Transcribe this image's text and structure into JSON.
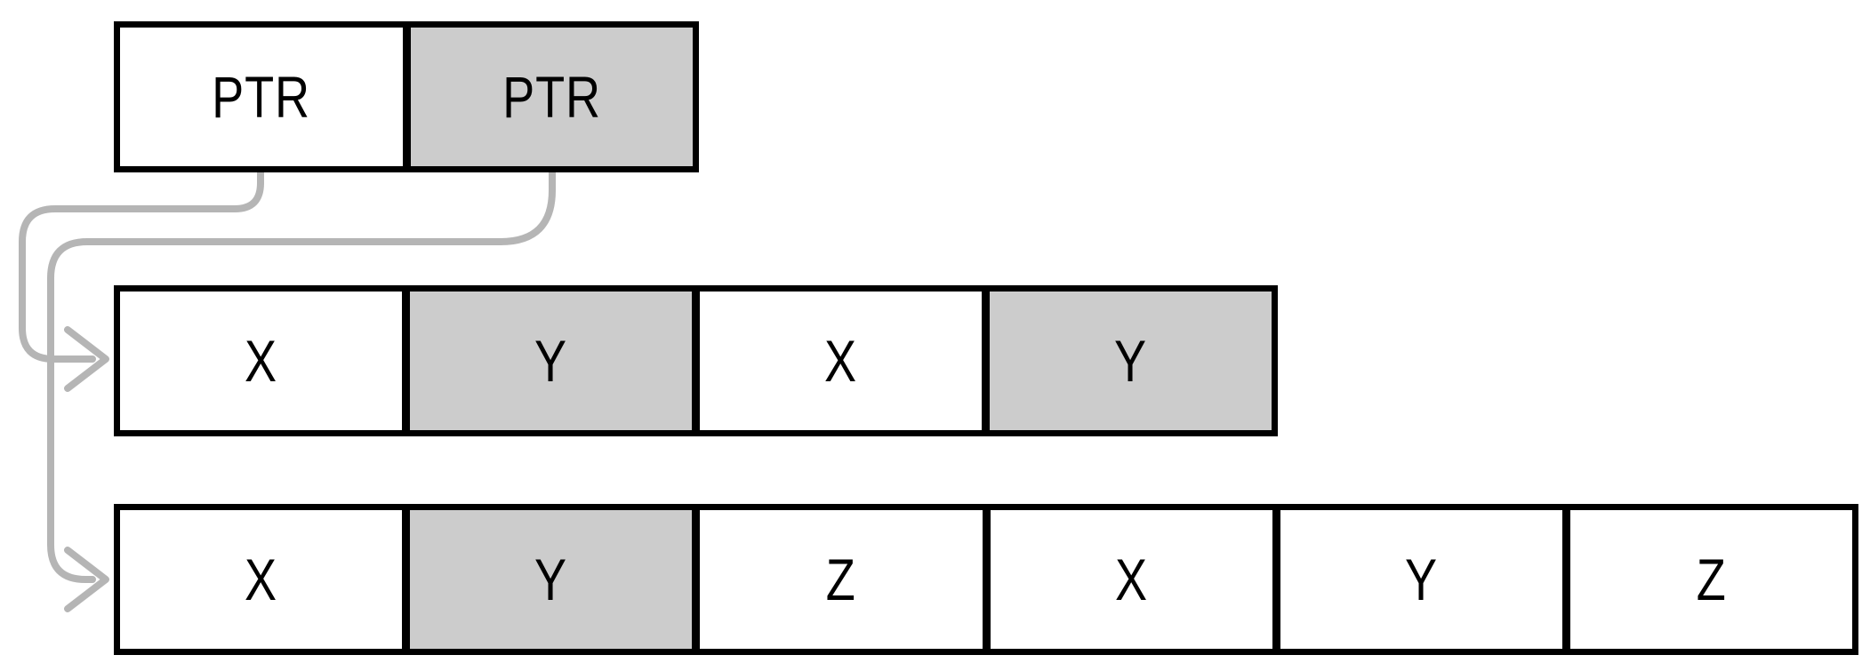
{
  "diagram": {
    "description": "Two PTR pointer cells referencing the first elements of two arrays",
    "colors": {
      "background": "#ffffff",
      "cell_fill": "#ffffff",
      "cell_fill_shaded": "#cccccc",
      "border": "#000000",
      "text": "#000000",
      "arrow": "#b5b5b5"
    },
    "rows": {
      "pointers": {
        "cells": [
          {
            "label": "PTR",
            "shaded": false
          },
          {
            "label": "PTR",
            "shaded": true
          }
        ]
      },
      "array_a": {
        "cells": [
          {
            "label": "X",
            "shaded": false
          },
          {
            "label": "Y",
            "shaded": true
          },
          {
            "label": "X",
            "shaded": false
          },
          {
            "label": "Y",
            "shaded": true
          }
        ]
      },
      "array_b": {
        "cells": [
          {
            "label": "X",
            "shaded": false
          },
          {
            "label": "Y",
            "shaded": true
          },
          {
            "label": "Z",
            "shaded": false
          },
          {
            "label": "X",
            "shaded": false
          },
          {
            "label": "Y",
            "shaded": false
          },
          {
            "label": "Z",
            "shaded": false
          }
        ]
      }
    },
    "arrows": [
      {
        "name": "arrow-ptr1-to-array-a",
        "from": "pointer-cell-1",
        "to": "array-a-cell-1"
      },
      {
        "name": "arrow-ptr2-to-array-b",
        "from": "pointer-cell-2",
        "to": "array-b-cell-1"
      }
    ]
  }
}
